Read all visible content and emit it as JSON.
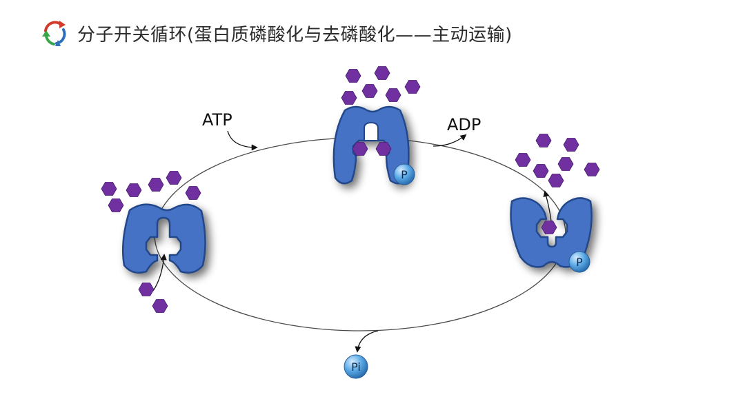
{
  "title": "分子开关循环(蛋白质磷酸化与去磷酸化——主动运输)",
  "labels": {
    "atp": "ATP",
    "adp": "ADP",
    "phosphate": "P",
    "pi": "Pi"
  },
  "icons": [
    "cycle-arrows-icon"
  ],
  "colors": {
    "protein": "#4472c4",
    "protein_dark": "#22468a",
    "molecule": "#7030a0",
    "phosphate": "#5aa9e6",
    "cycle_line": "#4a4a4a"
  }
}
